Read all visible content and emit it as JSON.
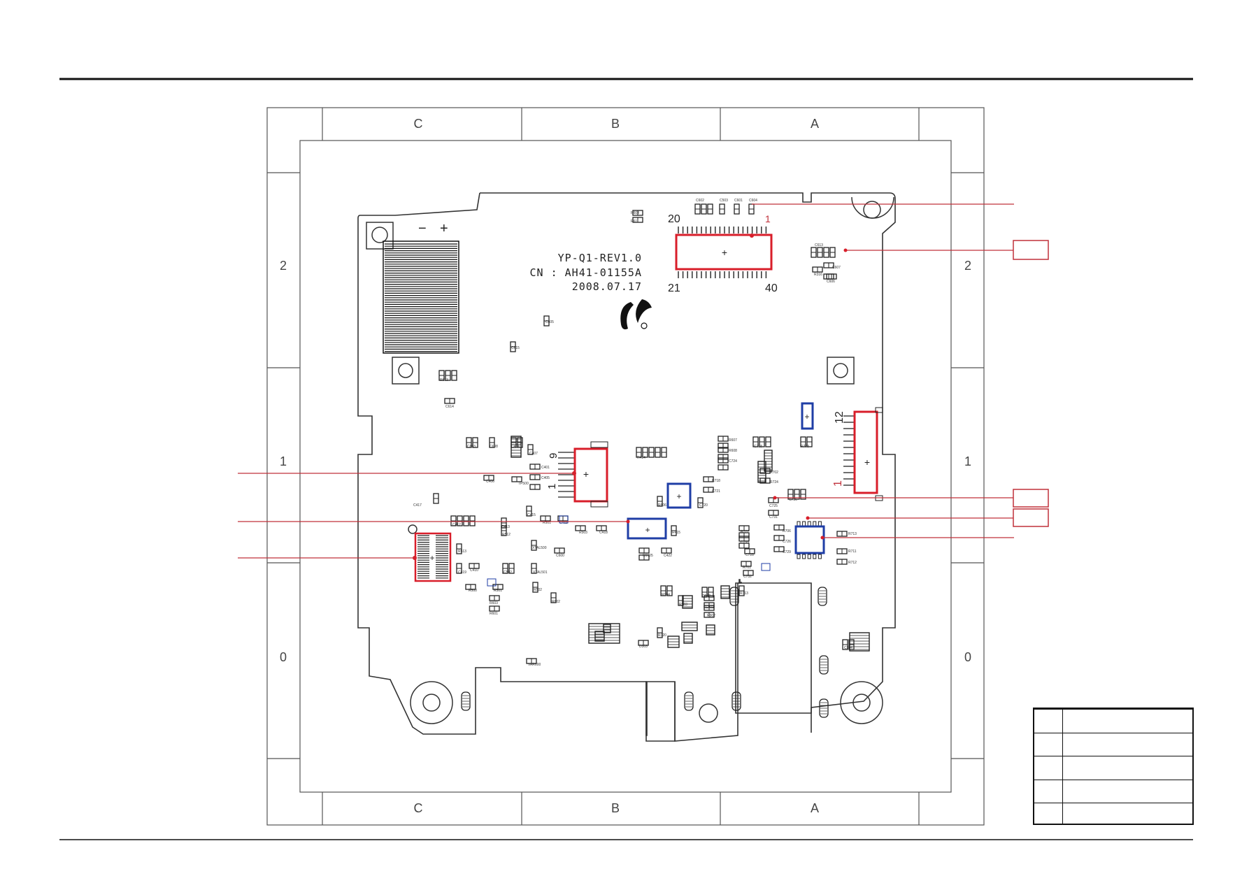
{
  "grid": {
    "columns_top": [
      "C",
      "B",
      "A"
    ],
    "columns_bottom": [
      "C",
      "B",
      "A"
    ],
    "rows_left": [
      "2",
      "1",
      "0"
    ],
    "rows_right": [
      "2",
      "1",
      "0"
    ]
  },
  "board": {
    "title": "YP-Q1-REV1.0",
    "part_number": "CN : AH41-01155A",
    "date": "2008.07.17",
    "battery_marks": [
      "−",
      "+"
    ]
  },
  "connectors": {
    "top_ic": {
      "pin_first": "20",
      "pin_1_mark": "1",
      "pin_21": "21",
      "pin_40": "40"
    },
    "right_fpc": {
      "pin_12": "12",
      "pin_1": "1"
    },
    "mid_fpc": {
      "pin_9": "9",
      "pin_1": "1"
    }
  },
  "refs": [
    "R604",
    "R611",
    "C602",
    "C503",
    "C601",
    "C604",
    "C613",
    "R316",
    "C607",
    "C606",
    "C605",
    "C615",
    "R613",
    "C614",
    "C603",
    "C608",
    "C404",
    "C407",
    "C401",
    "C405",
    "C406",
    "TP500",
    "C417",
    "C412",
    "C413",
    "C415",
    "R501",
    "C411",
    "R503",
    "C418",
    "R512",
    "R513",
    "C419",
    "C410",
    "R500",
    "R501",
    "C502",
    "XTAL500",
    "XTAL501",
    "R502",
    "C600",
    "R603",
    "R601",
    "R602",
    "R6605",
    "C422",
    "R415",
    "R414",
    "R606",
    "R718",
    "C721",
    "C720",
    "R607",
    "R608",
    "C724",
    "C718",
    "R702",
    "R724",
    "C725",
    "C731",
    "R722",
    "C733",
    "C728",
    "R706",
    "C726",
    "C729",
    "C736",
    "R723",
    "R713",
    "R711",
    "R712",
    "R701",
    "C732",
    "C902",
    "C901",
    "R902",
    "R904",
    "R903",
    "VAR600",
    "D303",
    "R320",
    "R313",
    "C304",
    "R315",
    "R318",
    "C703",
    "C704"
  ],
  "legend": {
    "rows": [
      {
        "key": "",
        "text": ""
      },
      {
        "key": "",
        "text": ""
      },
      {
        "key": "",
        "text": ""
      },
      {
        "key": "",
        "text": ""
      },
      {
        "key": "",
        "text": ""
      }
    ]
  },
  "colors": {
    "ink": "#222222",
    "frame": "#444444",
    "highlight_red": "#d81e2a",
    "highlight_blue": "#1f3ea6",
    "leader_red": "#c0303a",
    "hatch": "#111111"
  }
}
